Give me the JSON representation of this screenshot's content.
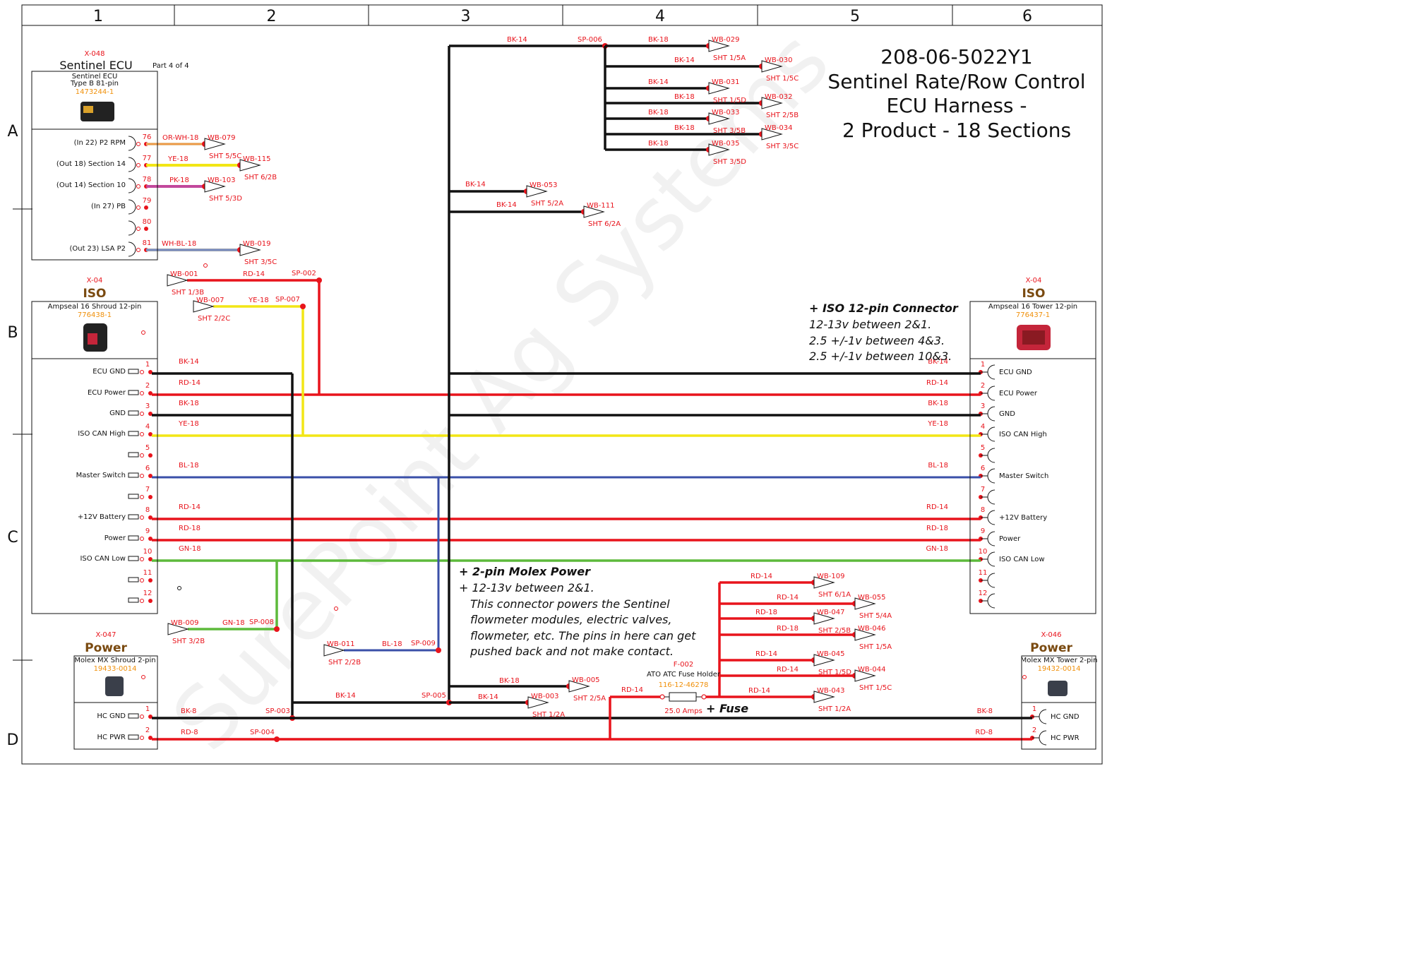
{
  "grid": {
    "cols": [
      "1",
      "2",
      "3",
      "4",
      "5",
      "6"
    ],
    "rows": [
      "A",
      "B",
      "C",
      "D"
    ]
  },
  "title": {
    "lines": [
      "208-06-5022Y1",
      "Sentinel Rate/Row Control",
      "ECU Harness -",
      "2 Product - 18 Sections"
    ]
  },
  "watermark": "SurePoint Ag Systems",
  "colors": {
    "red": "#e8141c",
    "black": "#111111",
    "yellow": "#f2e615",
    "blue": "#3a4fa8",
    "green": "#5dba3b",
    "pink": "#c2489c",
    "orange": "#f0900a",
    "gray": "#9aa0b0"
  },
  "ecu": {
    "id": "X-048",
    "title": "Sentinel ECU",
    "part": "Part 4 of 4",
    "desc1": "Sentinel ECU",
    "desc2": "Type B 81-pin",
    "pn": "1473244-1",
    "pins": [
      {
        "label": "(In 22) P2 RPM",
        "num": "76",
        "wire": "OR-WH-18",
        "dest": "WB-079",
        "sht": "SHT 5/5C"
      },
      {
        "label": "(Out 18) Section 14",
        "num": "77",
        "wire": "YE-18",
        "dest": "WB-115",
        "sht": "SHT 6/2B"
      },
      {
        "label": "(Out 14) Section 10",
        "num": "78",
        "wire": "PK-18",
        "dest": "WB-103",
        "sht": "SHT 5/3D"
      },
      {
        "label": "(In 27) PB",
        "num": "79",
        "wire": "",
        "dest": "",
        "sht": ""
      },
      {
        "label": "",
        "num": "80",
        "wire": "",
        "dest": "",
        "sht": ""
      },
      {
        "label": "(Out 23) LSA P2",
        "num": "81",
        "wire": "WH-BL-18",
        "dest": "WB-019",
        "sht": "SHT 3/5C"
      }
    ]
  },
  "iso_left": {
    "id": "X-04",
    "title": "ISO",
    "desc": "Ampseal 16 Shroud 12-pin",
    "pn": "776438-1",
    "pins": [
      {
        "label": "ECU GND",
        "num": "1",
        "wire": "BK-14"
      },
      {
        "label": "ECU Power",
        "num": "2",
        "wire": "RD-14"
      },
      {
        "label": "GND",
        "num": "3",
        "wire": "BK-18"
      },
      {
        "label": "ISO CAN High",
        "num": "4",
        "wire": "YE-18"
      },
      {
        "label": "",
        "num": "5",
        "wire": ""
      },
      {
        "label": "Master Switch",
        "num": "6",
        "wire": "BL-18"
      },
      {
        "label": "",
        "num": "7",
        "wire": ""
      },
      {
        "label": "+12V Battery",
        "num": "8",
        "wire": "RD-14"
      },
      {
        "label": "Power",
        "num": "9",
        "wire": "RD-18"
      },
      {
        "label": "ISO CAN Low",
        "num": "10",
        "wire": "GN-18"
      },
      {
        "label": "",
        "num": "11",
        "wire": ""
      },
      {
        "label": "",
        "num": "12",
        "wire": ""
      }
    ]
  },
  "iso_right": {
    "id": "X-04",
    "title": "ISO",
    "desc": "Ampseal 16 Tower 12-pin",
    "pn": "776437-1",
    "pins": [
      {
        "label": "ECU GND",
        "num": "1",
        "wire": "BK-14"
      },
      {
        "label": "ECU Power",
        "num": "2",
        "wire": "RD-14"
      },
      {
        "label": "GND",
        "num": "3",
        "wire": "BK-18"
      },
      {
        "label": "ISO CAN High",
        "num": "4",
        "wire": "YE-18"
      },
      {
        "label": "",
        "num": "5",
        "wire": ""
      },
      {
        "label": "Master Switch",
        "num": "6",
        "wire": "BL-18"
      },
      {
        "label": "",
        "num": "7",
        "wire": ""
      },
      {
        "label": "+12V Battery",
        "num": "8",
        "wire": "RD-14"
      },
      {
        "label": "Power",
        "num": "9",
        "wire": "RD-18"
      },
      {
        "label": "ISO CAN Low",
        "num": "10",
        "wire": "GN-18"
      },
      {
        "label": "",
        "num": "11",
        "wire": ""
      },
      {
        "label": "",
        "num": "12",
        "wire": ""
      }
    ]
  },
  "power_left": {
    "id": "X-047",
    "title": "Power",
    "desc": "Molex MX Shroud 2-pin",
    "pn": "19433-0014",
    "pins": [
      {
        "label": "HC GND",
        "num": "1",
        "wire": "BK-8"
      },
      {
        "label": "HC PWR",
        "num": "2",
        "wire": "RD-8"
      }
    ]
  },
  "power_right": {
    "id": "X-046",
    "title": "Power",
    "desc": "Molex MX Tower 2-pin",
    "pn": "19432-0014",
    "pins": [
      {
        "label": "HC GND",
        "num": "1",
        "wire": "BK-8"
      },
      {
        "label": "HC PWR",
        "num": "2",
        "wire": "RD-8"
      }
    ]
  },
  "iso_note": {
    "head": "+ ISO 12-pin Connector",
    "lines": [
      "12-13v between 2&1.",
      "2.5 +/-1v between 4&3.",
      "2.5 +/-1v between 10&3."
    ]
  },
  "molex_note": {
    "head": "+ 2-pin Molex Power",
    "lines": [
      "+ 12-13v between 2&1.",
      "This connector powers the Sentinel",
      "flowmeter modules, electric valves,",
      "flowmeter, etc. The pins in here can get",
      "pushed back and not make contact."
    ]
  },
  "fuse": {
    "id": "F-002",
    "name": "ATO ATC Fuse Holder",
    "pn": "116-12-46278",
    "rating": "25.0 Amps",
    "label": "+ Fuse"
  },
  "splices": {
    "sp006": "SP-006",
    "sp002": "SP-002",
    "sp007": "SP-007",
    "sp008": "SP-008",
    "sp009": "SP-009",
    "sp005": "SP-005",
    "sp003": "SP-003",
    "sp004": "SP-004"
  },
  "top_branches": [
    {
      "wire": "BK-18",
      "dest": "WB-029",
      "sht": "SHT 1/5A"
    },
    {
      "wire": "BK-14",
      "dest": "WB-030",
      "sht": "SHT 1/5C"
    },
    {
      "wire": "BK-14",
      "dest": "WB-031",
      "sht": "SHT 1/5D"
    },
    {
      "wire": "BK-18",
      "dest": "WB-032",
      "sht": "SHT 2/5B"
    },
    {
      "wire": "BK-18",
      "dest": "WB-033",
      "sht": "SHT 3/5B"
    },
    {
      "wire": "BK-18",
      "dest": "WB-034",
      "sht": "SHT 3/5C"
    },
    {
      "wire": "BK-18",
      "dest": "WB-035",
      "sht": "SHT 3/5D"
    }
  ],
  "trunk_top_wire": "BK-14",
  "mid_branches": [
    {
      "wire": "BK-14",
      "dest": "WB-053",
      "sht": "SHT 5/2A"
    },
    {
      "wire": "BK-14",
      "dest": "WB-111",
      "sht": "SHT 6/2A"
    }
  ],
  "left_feeds": [
    {
      "dest": "WB-001",
      "sht": "SHT 1/3B",
      "wire": "RD-14"
    },
    {
      "dest": "WB-007",
      "sht": "SHT 2/2C",
      "wire": "YE-18"
    },
    {
      "dest": "WB-009",
      "sht": "SHT 3/2B",
      "wire": "GN-18"
    },
    {
      "dest": "WB-011",
      "sht": "SHT 2/2B",
      "wire": "BL-18"
    }
  ],
  "bottom_branches": [
    {
      "wire": "BK-18",
      "dest": "WB-005",
      "sht": "SHT 2/5A"
    },
    {
      "wire": "BK-14",
      "dest": "WB-003",
      "sht": "SHT 1/2A"
    },
    {
      "wire": "BK-14",
      "dest": "",
      "sht": ""
    }
  ],
  "fuse_wire": "RD-14",
  "right_branches": [
    {
      "wire": "RD-14",
      "dest": "WB-109",
      "sht": "SHT 6/1A"
    },
    {
      "wire": "RD-14",
      "dest": "WB-055",
      "sht": "SHT 5/4A"
    },
    {
      "wire": "RD-18",
      "dest": "WB-047",
      "sht": "SHT 2/5B"
    },
    {
      "wire": "RD-18",
      "dest": "WB-046",
      "sht": "SHT 1/5A"
    },
    {
      "wire": "RD-14",
      "dest": "WB-045",
      "sht": "SHT 1/5D"
    },
    {
      "wire": "RD-14",
      "dest": "WB-044",
      "sht": "SHT 1/5C"
    },
    {
      "wire": "RD-14",
      "dest": "WB-043",
      "sht": "SHT 1/2A"
    }
  ]
}
